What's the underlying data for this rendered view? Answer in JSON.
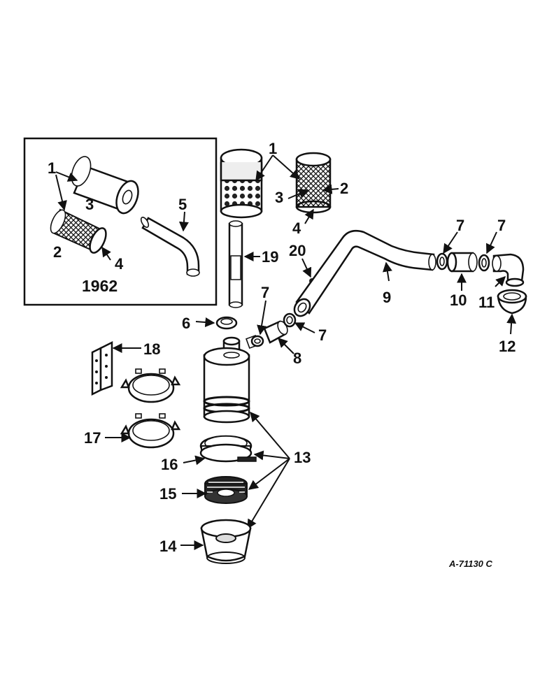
{
  "diagram": {
    "inset_year": "1962",
    "drawing_code": "A-71130 C",
    "callouts": {
      "inset_1": "1",
      "inset_2": "2",
      "inset_3": "3",
      "inset_4": "4",
      "inset_5": "5",
      "top_1": "1",
      "top_2": "2",
      "top_3": "3",
      "top_4": "4",
      "p6": "6",
      "p7a": "7",
      "p7b": "7",
      "p7c": "7",
      "p7d": "7",
      "p8": "8",
      "p9": "9",
      "p10": "10",
      "p11": "11",
      "p12": "12",
      "p13": "13",
      "p14": "14",
      "p15": "15",
      "p16": "16",
      "p17": "17",
      "p18": "18",
      "p19": "19",
      "p20": "20"
    }
  }
}
